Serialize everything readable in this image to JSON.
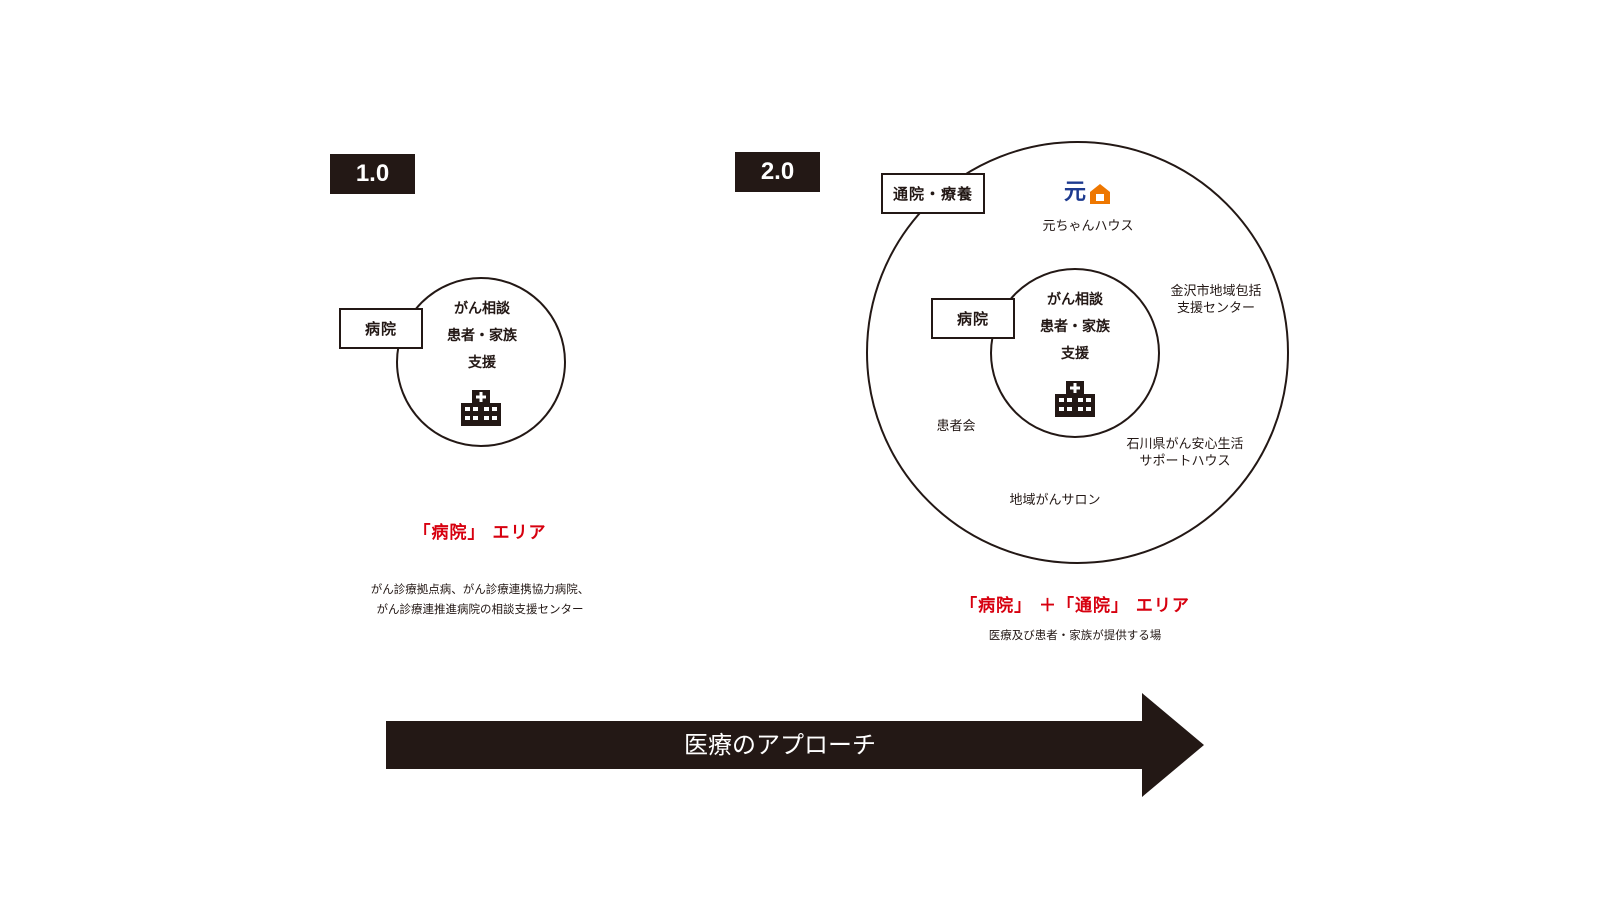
{
  "left": {
    "badge": "1.0",
    "hospital_tag": "病院",
    "inner_lines": [
      "がん相談",
      "患者・家族",
      "支援"
    ],
    "area_title": "「病院」 エリア",
    "description_lines": [
      "がん診療拠点病、がん診療連携協力病院、",
      "がん診療連推進病院の相談支援センター"
    ]
  },
  "right": {
    "badge": "2.0",
    "outer_tag": "通院・療養",
    "hospital_tag": "病院",
    "inner_lines": [
      "がん相談",
      "患者・家族",
      "支援"
    ],
    "logo_text": "元",
    "labels": {
      "motochan": "元ちゃんハウス",
      "kanazawa_lines": [
        "金沢市地域包括",
        "支援センター"
      ],
      "patients_assoc": "患者会",
      "ishikawa_lines": [
        "石川県がん安心生活",
        "サポートハウス"
      ],
      "salon": "地域がんサロン"
    },
    "area_title": "「病院」 ＋「通院」 エリア",
    "description": "医療及び患者・家族が提供する場"
  },
  "arrow": {
    "label": "医療のアプローチ"
  },
  "icons": [
    "hospital-building-icon",
    "house-icon"
  ],
  "colors": {
    "ink": "#231815",
    "accent_red": "#d7000f",
    "logo_blue": "#1d3a8f",
    "logo_orange": "#ee7700"
  }
}
